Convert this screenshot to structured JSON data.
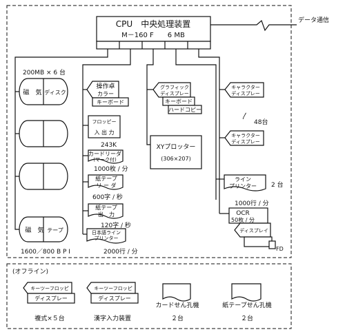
{
  "cpu": {
    "title": "CPU　中央処理装置",
    "model": "M－160 F　　6 MB"
  },
  "data_comm": "データ通信",
  "disk": {
    "header": "200MB × 6 台",
    "unit1": "磁　気",
    "unit2": "ディスク"
  },
  "tape": {
    "unit1": "磁　気",
    "unit2": "テープ",
    "spec": "1600／800 B P I"
  },
  "console": {
    "line1": "操作卓",
    "line2": "カラー",
    "line3": "キーボード"
  },
  "floppy": {
    "line1": "フロッピー",
    "line2": "入 出 力",
    "spec": "243K"
  },
  "card_reader": {
    "line1": "カードリーダ",
    "line2": "(マーク付)",
    "spec": "1000枚 / 分"
  },
  "tape_reader": {
    "line1": "紙テープ",
    "line2": "リ ー ダ",
    "spec": "600字 / 秒"
  },
  "tape_punch": {
    "line1": "紙テープ",
    "line2": "出　力",
    "spec": "120字 / 秒"
  },
  "jp_printer": {
    "line1": "日本語ライン",
    "line2": "プリンター",
    "spec": "2000行 / 分"
  },
  "graphic": {
    "line1": "グラフィック",
    "line2": "ディスプレー",
    "kb": "キーボード",
    "hc": "ハードコピー"
  },
  "xy_plotter": {
    "line1": "XYプロッター",
    "line2": "(306×207)"
  },
  "char_display": {
    "line1": "キャラクター",
    "line2": "ディスプレー",
    "count_mark": "〳",
    "count": "48台"
  },
  "line_printer": {
    "line1": "ライン",
    "line2": "プリンター",
    "count": "2 台",
    "spec": "1000行 / 分"
  },
  "ocr": {
    "line1": "OCR",
    "line2": "50枚 / 分",
    "line3": "ディスプレイ",
    "fd": "FD"
  },
  "offline": {
    "header": "(オフライン)",
    "items": [
      {
        "line1": "キーツーフロッピ",
        "line2": "ディスプレー",
        "caption": "複式×５台"
      },
      {
        "line1": "キーツーフロッピ",
        "line2": "ディスプレー",
        "caption": "漢字入力装置"
      },
      {
        "caption": "カードせん孔機",
        "count": "２台"
      },
      {
        "caption": "紙テープせん孔機",
        "count": "２台"
      }
    ]
  }
}
